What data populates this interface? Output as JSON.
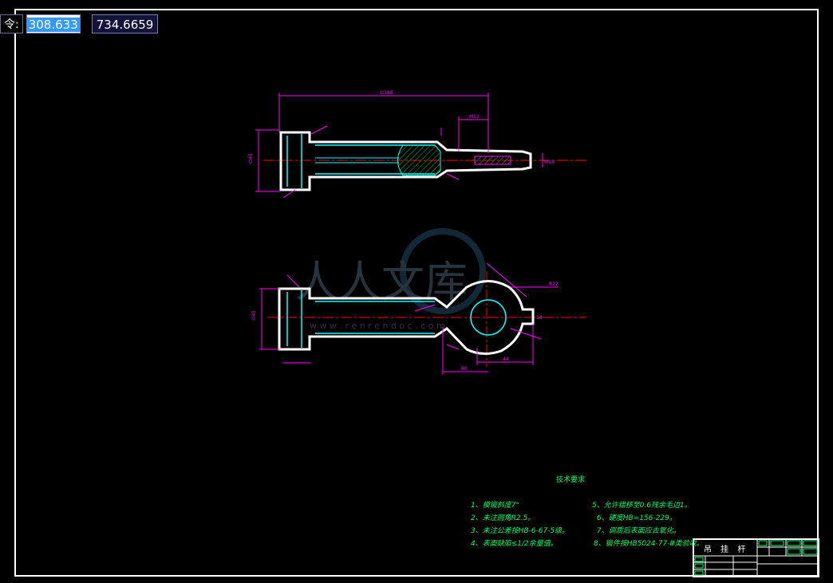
{
  "command_bar": {
    "prompt_label": "令:",
    "x_value": "308.633",
    "y_value": "734.6659"
  },
  "watermark": {
    "text": "人人文库",
    "url": "w w w . r e n r e n d o c . c o m"
  },
  "technical_requirements": {
    "title": "技术要求",
    "left": [
      "1、模锻斜度7°",
      "2、未注圆角R2.5。",
      "3、未注公差按HB-6-67-5级。",
      "4、表面缺陷≤1/2余量值。"
    ],
    "right": [
      "5、允许错移至0.6残余毛边1。",
      "6、硬度HB=156-229。",
      "7、调质后表面应去氧化。",
      "8、锻件按HB5024-77-Ⅲ类验收。"
    ]
  },
  "title_block": {
    "part_name": "吊 挂 杆"
  },
  "colors": {
    "background": "#000000",
    "part_outline": "#ffffff",
    "edges": "#00ffff",
    "dimensions": "#ff00ff",
    "centerline": "#ff0000",
    "hatch": "#00cc44",
    "notes": "#00ff66"
  }
}
